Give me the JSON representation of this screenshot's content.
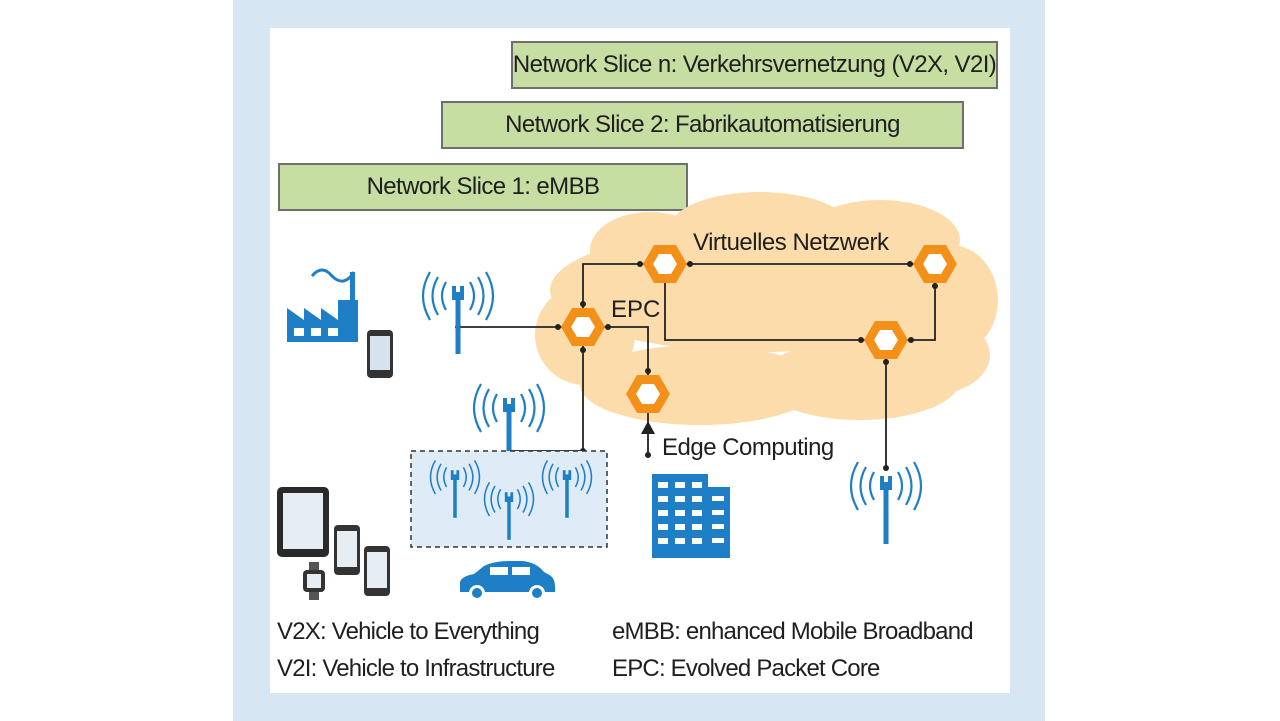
{
  "slices": {
    "n": "Network Slice n: Verkehrsvernetzung (V2X, V2I)",
    "s2": "Network Slice 2: Fabrikautomatisierung",
    "s1": "Network Slice 1: eMBB"
  },
  "labels": {
    "cloud": "Virtuelles Netzwerk",
    "epc": "EPC",
    "edge": "Edge Computing"
  },
  "legend": {
    "v2x": "V2X: Vehicle to Everything",
    "v2i": "V2I: Vehicle to Infrastructure",
    "embb": "eMBB: enhanced Mobile Broadband",
    "epc": "EPC: Evolved Packet Core"
  },
  "colors": {
    "slice_fill": "#c6dea2",
    "cloud_fill": "#fcdcab",
    "node_orange": "#f39019",
    "icon_blue": "#1e7fc6",
    "frame_blue": "#d6e6f2"
  },
  "icons": [
    "factory-icon",
    "smartphone-icon",
    "cell-tower-icon",
    "hexagon-node-icon",
    "office-building-icon",
    "car-icon",
    "tablet-icon",
    "smartwatch-icon"
  ]
}
